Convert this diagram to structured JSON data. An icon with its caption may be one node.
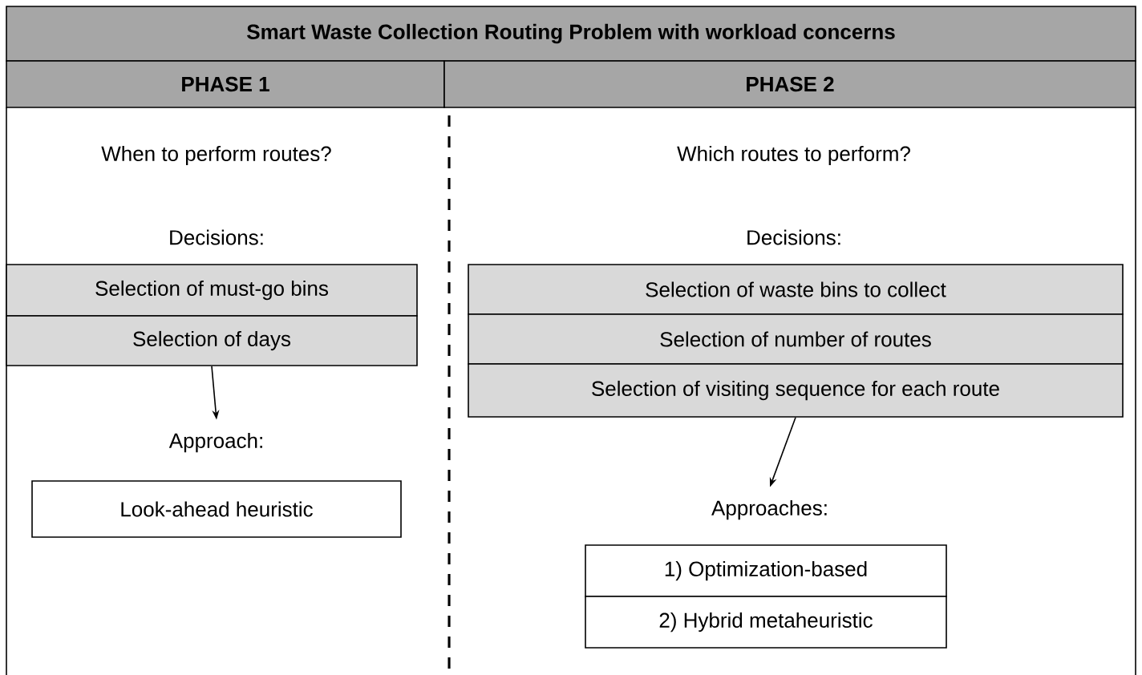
{
  "diagram": {
    "title": "Smart Waste Collection Routing Problem with workload concerns",
    "nodes": [
      {
        "text": [
          "PHASE 1"
        ]
      },
      {
        "text": [
          "PHASE 2"
        ]
      },
      {
        "text": [
          "Selection of must-go bins"
        ]
      },
      {
        "text": [
          "Selection of days"
        ]
      },
      {
        "text": [
          "Approach:"
        ]
      },
      {
        "text": [
          "Look-ahead heuristic"
        ]
      },
      {
        "text": [
          "Selection of waste bins to collect"
        ]
      },
      {
        "text": [
          "Selection of number of routes"
        ]
      },
      {
        "text": [
          "Selection of visiting sequence for each route"
        ]
      },
      {
        "text": [
          "Approaches:"
        ]
      },
      {
        "text": [
          "1) Optimization-based"
        ]
      },
      {
        "text": [
          "2) Hybrid metaheuristic"
        ]
      }
    ],
    "edges": [
      {
        "from": 3,
        "to": 4,
        "arrow": "to"
      },
      {
        "from": 8,
        "to": 9,
        "arrow": "to"
      }
    ],
    "labels": [
      "When to perform routes?",
      "Decisions:",
      "Which routes to perform?",
      "Decisions:"
    ]
  }
}
